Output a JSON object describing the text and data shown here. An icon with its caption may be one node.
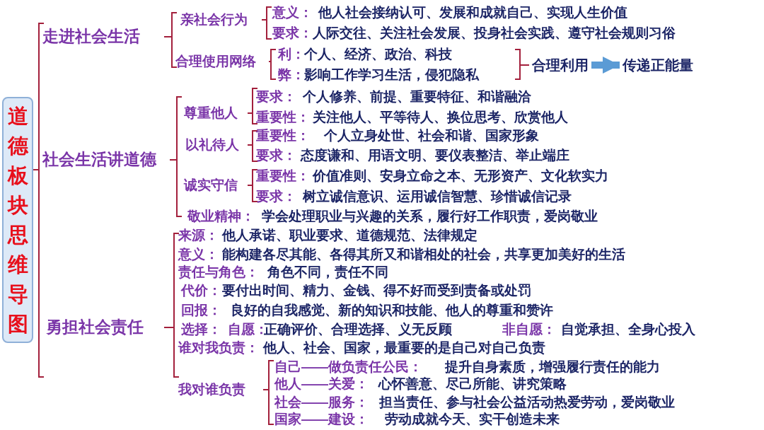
{
  "diagram": {
    "nodes": [
      {
        "text": [
          "道德板块思维导图"
        ]
      },
      {
        "text": [
          "合理利用"
        ]
      },
      {
        "text": [
          "传递正能量"
        ]
      }
    ],
    "edges": [
      {
        "from": 1,
        "to": 2,
        "arrow": "to"
      }
    ],
    "labels": [
      "走进社会生活",
      "亲社会行为",
      "意义：",
      "他人社会接纳认可、发展和成就自己、实现人生价值",
      "要求：",
      "人际交往、关注社会发展、投身社会实践、遵守社会规则习俗",
      "合理使用网络",
      "利：",
      "个人、经济、政治、科技",
      "弊：",
      "影响工作学习生活，侵犯隐私",
      "社会生活讲道德",
      "尊重他人",
      "要求：",
      "个人修养、前提、重要特征、和谐融洽",
      "重要性：",
      "关注他人、平等待人、换位思考、欣赏他人",
      "以礼待人",
      "重要性：",
      "个人立身处世、社会和谐、国家形象",
      "要求：",
      "态度谦和、用语文明、要仪表整洁、举止端庄",
      "诚实守信",
      "重要性：",
      "价值准则、安身立命之本、无形资产、文化软实力",
      "要求：",
      "树立诚信意识、运用诚信智慧、珍惜诚信记录",
      "敬业精神：",
      "学会处理职业与兴趣的关系，履行好工作职责，爱岗敬业",
      "勇担社会责任",
      "来源：",
      "他人承诺、职业要求、道德规范、法律规定",
      "意义：",
      "能构建各尽其能、各得其所又和谐相处的社会，共享更加美好的生活",
      "责任与角色：",
      "角色不同，责任不同",
      "代价：",
      "要付出时间、精力、金钱、得不好而受到责备或处罚",
      "回报：",
      "良好的自我感觉、新的知识和技能、他人的尊重和赞许",
      "选择：",
      "自愿：",
      "正确评价、合理选择、义无反顾",
      "非自愿：",
      "自觉承担、全身心投入",
      "谁对我负责：",
      "他人、社会、国家，最重要的是自己对自己负责",
      "我对谁负责",
      "自己——做负责任公民：",
      "提升自身素质，增强履行责任的能力",
      "他人——关爱：",
      "心怀善意、尽己所能、讲究策略",
      "社会——服务：",
      "担当责任、参与社会公益活动热爱劳动，爱岗敬业",
      "国家——建设：",
      "劳动成就今天、实干创造未来"
    ]
  }
}
